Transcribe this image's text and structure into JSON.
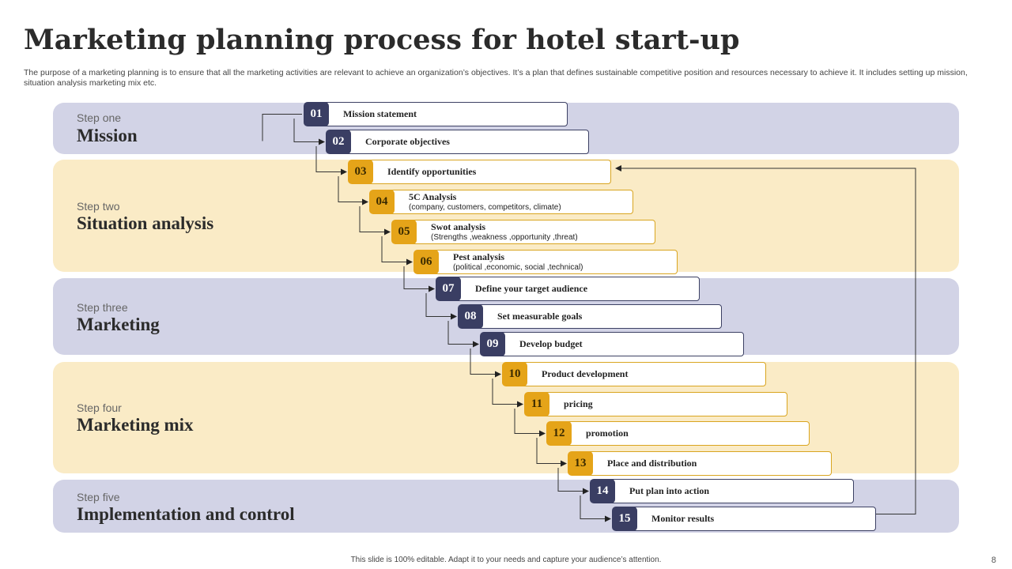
{
  "title": "Marketing planning process for hotel start-up",
  "subtitle": "The purpose of a marketing planning is to ensure that all the marketing activities are relevant to achieve an organization’s objectives. It’s a plan that defines sustainable competitive position and resources necessary to achieve it. It includes setting up mission, situation analysis marketing mix etc.",
  "steps": [
    {
      "kicker": "Step one",
      "name": "Mission"
    },
    {
      "kicker": "Step two",
      "name": "Situation analysis"
    },
    {
      "kicker": "Step three",
      "name": "Marketing"
    },
    {
      "kicker": "Step four",
      "name": "Marketing mix"
    },
    {
      "kicker": "Step five",
      "name": "Implementation and control"
    }
  ],
  "items": [
    {
      "num": "01",
      "label": "Mission statement",
      "sub": ""
    },
    {
      "num": "02",
      "label": "Corporate objectives",
      "sub": ""
    },
    {
      "num": "03",
      "label": "Identify opportunities",
      "sub": ""
    },
    {
      "num": "04",
      "label": "5C Analysis",
      "sub": "(company, customers, competitors, climate)"
    },
    {
      "num": "05",
      "label": "Swot analysis",
      "sub": "(Strengths ,weakness ,opportunity ,threat)"
    },
    {
      "num": "06",
      "label": "Pest analysis",
      "sub": "(political ,economic, social ,technical)"
    },
    {
      "num": "07",
      "label": "Define your target audience",
      "sub": ""
    },
    {
      "num": "08",
      "label": "Set measurable goals",
      "sub": ""
    },
    {
      "num": "09",
      "label": "Develop budget",
      "sub": ""
    },
    {
      "num": "10",
      "label": "Product development",
      "sub": ""
    },
    {
      "num": "11",
      "label": "pricing",
      "sub": ""
    },
    {
      "num": "12",
      "label": "promotion",
      "sub": ""
    },
    {
      "num": "13",
      "label": "Place and distribution",
      "sub": ""
    },
    {
      "num": "14",
      "label": "Put plan into action",
      "sub": ""
    },
    {
      "num": "15",
      "label": "Monitor results",
      "sub": ""
    }
  ],
  "footer": "This slide is 100% editable. Adapt it to your needs and capture your audience’s attention.",
  "page_number": "8",
  "colors": {
    "blue_band": "#d2d3e6",
    "gold_band": "#faebc6",
    "navy": "#3a3e63",
    "gold": "#e5a419"
  }
}
